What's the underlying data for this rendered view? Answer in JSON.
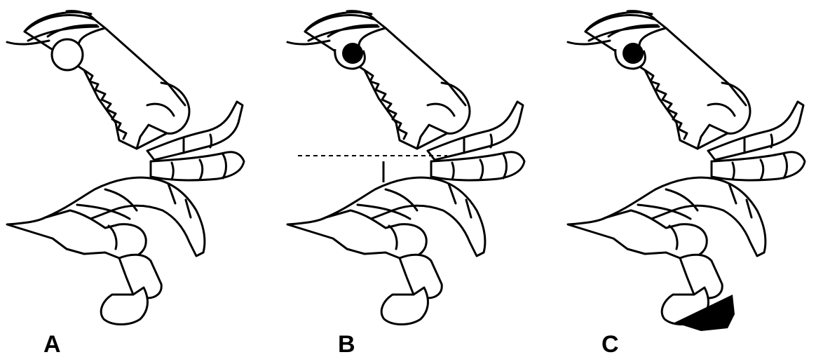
{
  "figure": {
    "panels": [
      {
        "label": "A",
        "marker": "open-circle"
      },
      {
        "label": "B",
        "marker": "filled-eye-with-dashed-line"
      },
      {
        "label": "C",
        "marker": "filled-eye-and-shaded-leg"
      }
    ]
  },
  "colors": {
    "ink": "#000000",
    "paper": "#ffffff"
  }
}
